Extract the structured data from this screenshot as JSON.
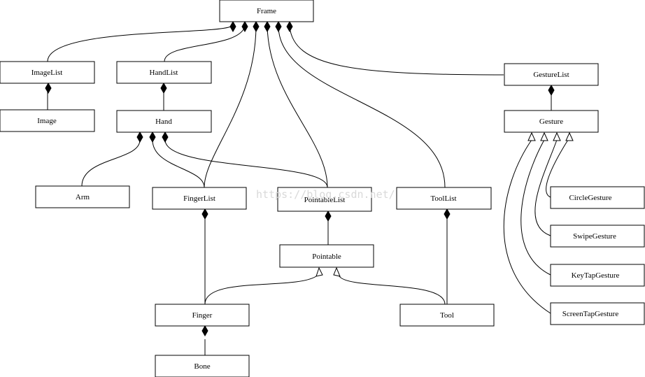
{
  "nodes": {
    "frame": "Frame",
    "image_list": "ImageList",
    "image": "Image",
    "hand_list": "HandList",
    "hand": "Hand",
    "arm": "Arm",
    "finger_list": "FingerList",
    "pointable_list": "PointableList",
    "pointable": "Pointable",
    "finger": "Finger",
    "bone": "Bone",
    "tool_list": "ToolList",
    "tool": "Tool",
    "gesture_list": "GestureList",
    "gesture": "Gesture",
    "circle_gesture": "CircleGesture",
    "swipe_gesture": "SwipeGesture",
    "key_tap_gesture": "KeyTapGesture",
    "screen_tap_gesture": "ScreenTapGesture"
  },
  "composition": [
    [
      "frame",
      "image_list"
    ],
    [
      "frame",
      "hand_list"
    ],
    [
      "frame",
      "finger_list"
    ],
    [
      "frame",
      "pointable_list"
    ],
    [
      "frame",
      "tool_list"
    ],
    [
      "frame",
      "gesture_list"
    ],
    [
      "image_list",
      "image"
    ],
    [
      "hand_list",
      "hand"
    ],
    [
      "hand",
      "arm"
    ],
    [
      "hand",
      "finger_list"
    ],
    [
      "hand",
      "pointable_list"
    ],
    [
      "finger_list",
      "finger"
    ],
    [
      "pointable_list",
      "pointable"
    ],
    [
      "tool_list",
      "tool"
    ],
    [
      "finger",
      "bone"
    ],
    [
      "gesture_list",
      "gesture"
    ]
  ],
  "inheritance": [
    [
      "finger",
      "pointable"
    ],
    [
      "tool",
      "pointable"
    ],
    [
      "circle_gesture",
      "gesture"
    ],
    [
      "swipe_gesture",
      "gesture"
    ],
    [
      "key_tap_gesture",
      "gesture"
    ],
    [
      "screen_tap_gesture",
      "gesture"
    ]
  ],
  "watermark": "https://blog.csdn.net/"
}
